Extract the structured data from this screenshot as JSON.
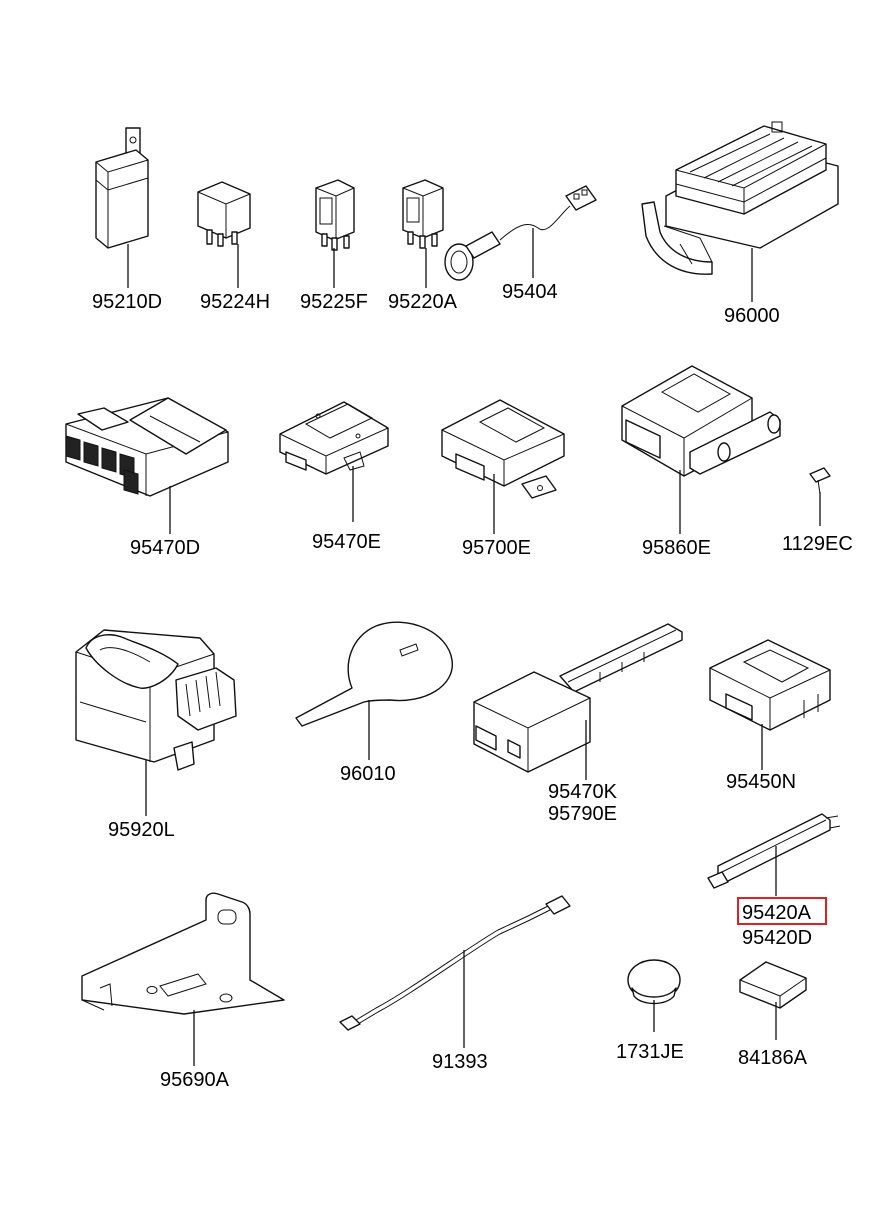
{
  "parts": [
    {
      "id": "p1",
      "label": "95210D",
      "shape": "relay-large"
    },
    {
      "id": "p2",
      "label": "95224H",
      "shape": "relay-small"
    },
    {
      "id": "p3",
      "label": "95225F",
      "shape": "relay-tall"
    },
    {
      "id": "p4",
      "label": "95220A",
      "shape": "relay-tall"
    },
    {
      "id": "p5",
      "label": "95404",
      "shape": "buzzer-with-wire"
    },
    {
      "id": "p6",
      "label": "96000",
      "shape": "junction-box"
    },
    {
      "id": "p7",
      "label": "95470D",
      "shape": "module-with-connectors"
    },
    {
      "id": "p8",
      "label": "95470E",
      "shape": "control-module"
    },
    {
      "id": "p9",
      "label": "95700E",
      "shape": "control-module"
    },
    {
      "id": "p10",
      "label": "95860E",
      "shape": "module-with-bracket"
    },
    {
      "id": "p11",
      "label": "1129EC",
      "shape": "bolt"
    },
    {
      "id": "p12",
      "label": "95920L",
      "shape": "sensor-unit"
    },
    {
      "id": "p13",
      "label": "96010",
      "shape": "key"
    },
    {
      "id": "p14",
      "label": "95470K",
      "shape": "module-with-antenna"
    },
    {
      "id": "p15",
      "label": "95790E",
      "shape": "module-with-antenna"
    },
    {
      "id": "p16",
      "label": "95450N",
      "shape": "control-module"
    },
    {
      "id": "p17",
      "label": "95420A",
      "shape": "antenna-bar",
      "highlighted": true,
      "highlight_color": "#e02020"
    },
    {
      "id": "p18",
      "label": "95420D",
      "shape": "antenna-bar"
    },
    {
      "id": "p19",
      "label": "95690A",
      "shape": "bracket"
    },
    {
      "id": "p20",
      "label": "91393",
      "shape": "wire-harness"
    },
    {
      "id": "p21",
      "label": "1731JE",
      "shape": "plug-cap"
    },
    {
      "id": "p22",
      "label": "84186A",
      "shape": "pad"
    }
  ]
}
